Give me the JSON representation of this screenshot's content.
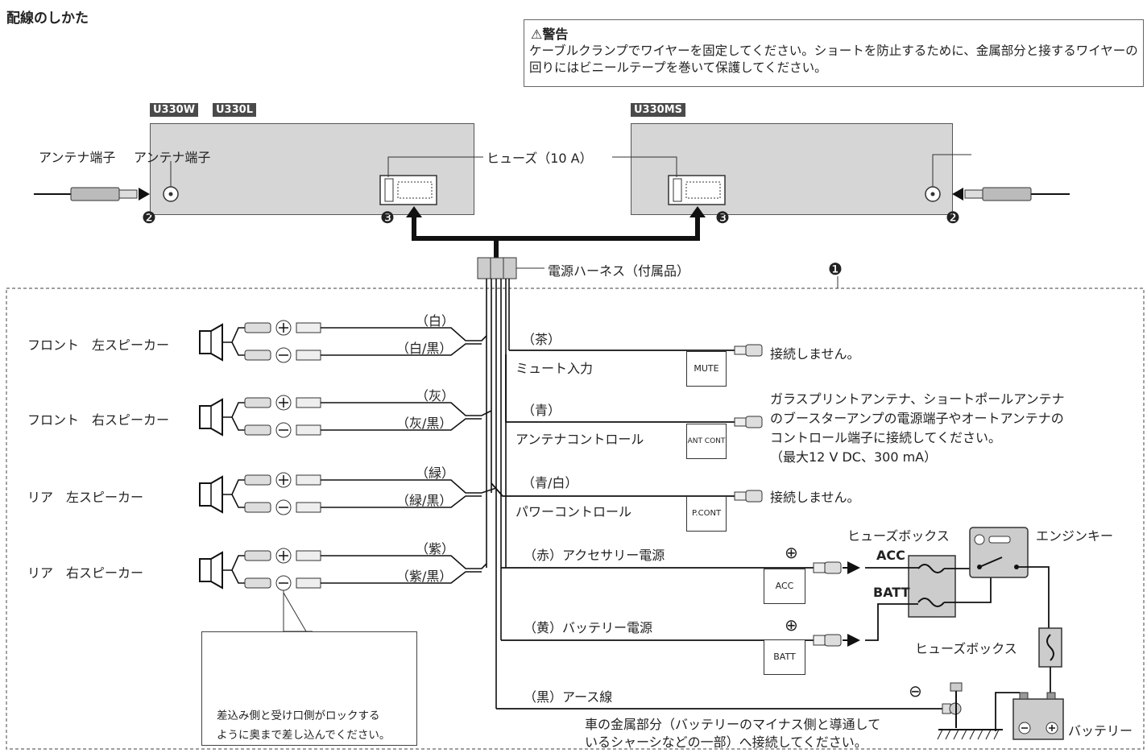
{
  "title": "配線のしかた",
  "warning": {
    "heading": "警告",
    "body": "ケーブルクランプでワイヤーを固定してください。ショートを防止するために、金属部分と接するワイヤーの回りにはビニールテープを巻いて保護してください。"
  },
  "models": {
    "left_1": "U330W",
    "left_2": "U330L",
    "right": "U330MS"
  },
  "labels": {
    "antenna_terminal_1": "アンテナ端子",
    "antenna_terminal_2": "アンテナ端子",
    "fuse": "ヒューズ（10 A）",
    "harness": "電源ハーネス（付属品）",
    "num1": "❶",
    "num2": "❷",
    "num3": "❸"
  },
  "speakers": [
    {
      "name": "フロント　左スピーカー",
      "plus_color": "（白）",
      "minus_color": "（白/黒）"
    },
    {
      "name": "フロント　右スピーカー",
      "plus_color": "（灰）",
      "minus_color": "（灰/黒）"
    },
    {
      "name": "リア　左スピーカー",
      "plus_color": "（緑）",
      "minus_color": "（緑/黒）"
    },
    {
      "name": "リア　右スピーカー",
      "plus_color": "（紫）",
      "minus_color": "（紫/黒）"
    }
  ],
  "plus_sign": "⊕",
  "minus_sign": "⊖",
  "wires": {
    "mute_color": "（茶）",
    "mute_label": "ミュート入力",
    "mute_box": "MUTE",
    "not_connected": "接続しません。",
    "ant_color": "（青）",
    "ant_label": "アンテナコントロール",
    "ant_box": "ANT CONT",
    "ant_note_1": "ガラスプリントアンテナ、ショートポールアンテナ",
    "ant_note_2": "のブースターアンプの電源端子やオートアンテナの",
    "ant_note_3": "コントロール端子に接続してください。",
    "ant_note_4": "（最大12 V DC、300 mA）",
    "pcont_color": "（青/白）",
    "pcont_label": "パワーコントロール",
    "pcont_box": "P.CONT",
    "acc_label": "（赤）アクセサリー電源",
    "acc_box": "ACC",
    "batt_label": "（黄）バッテリー電源",
    "batt_box": "BATT",
    "ground_label": "（黒）アース線",
    "ground_note_1": "車の金属部分（バッテリーのマイナス側と導通して",
    "ground_note_2": "いるシャーシなどの一部）へ接続してください。"
  },
  "fusebox": {
    "label_top": "ヒューズボックス",
    "label_mid": "ヒューズボックス",
    "acc": "ACC",
    "batt": "BATT",
    "engine_key": "エンジンキー",
    "battery": "バッテリー"
  },
  "inset": {
    "note_1": "差込み側と受け口側がロックする",
    "note_2": "ように奥まで差し込んでください。"
  }
}
